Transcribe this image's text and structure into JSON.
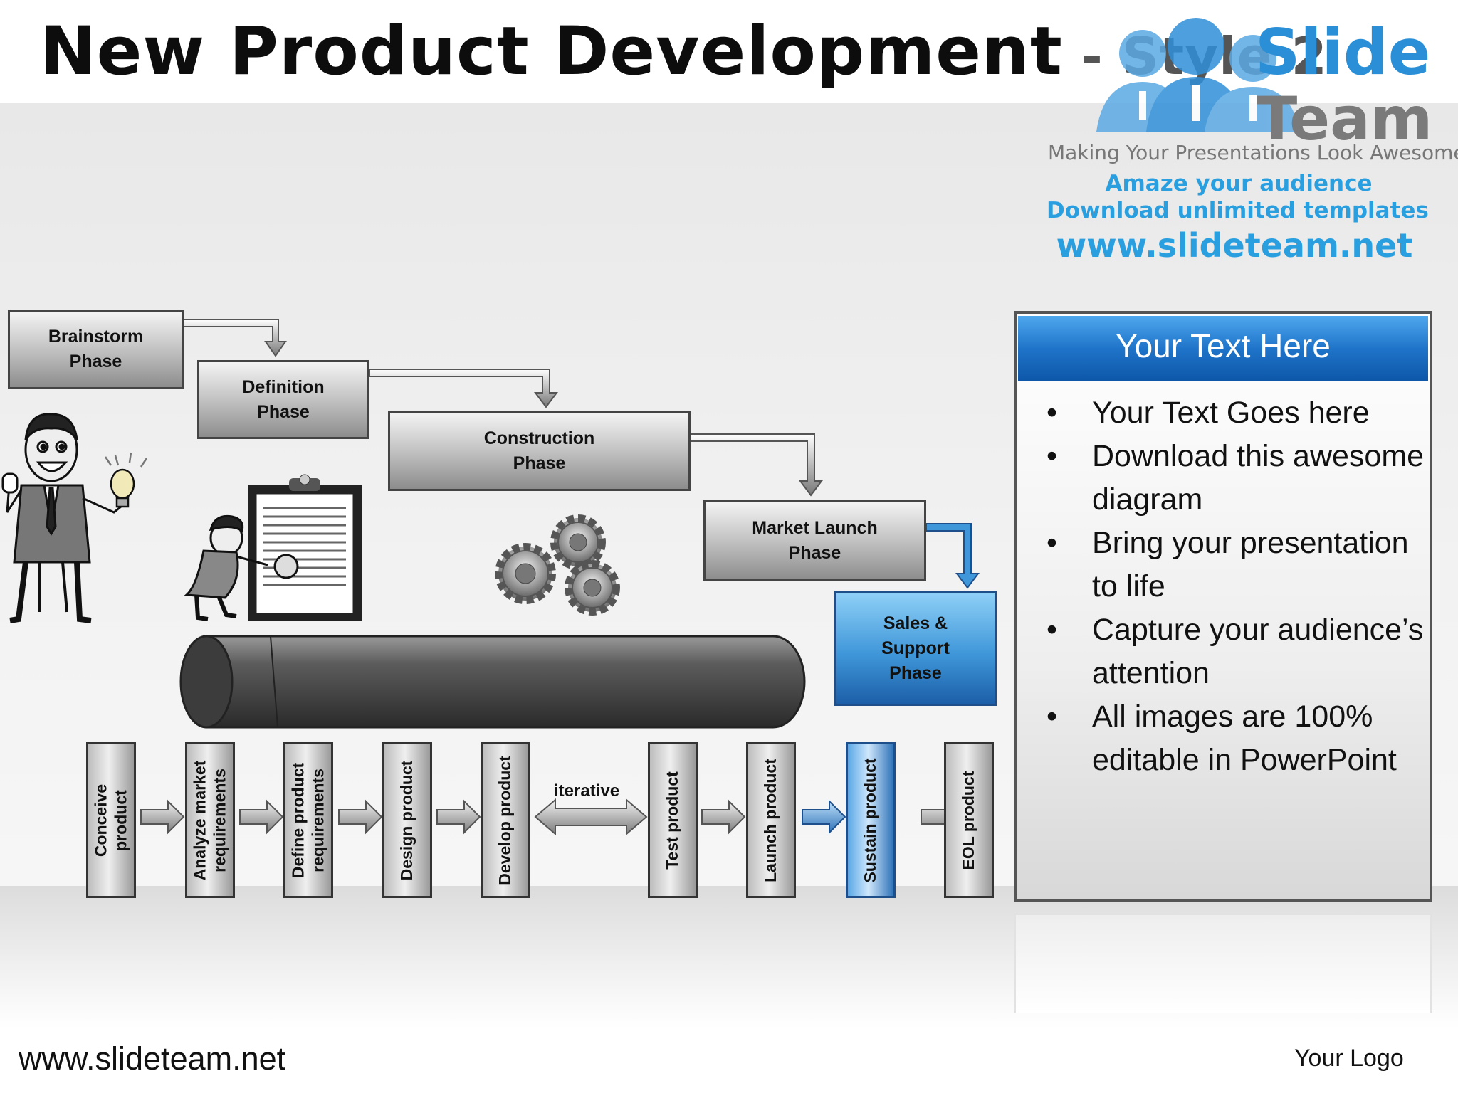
{
  "title": {
    "main": "New Product Development",
    "subtitle": " - Style 2"
  },
  "logo": {
    "word1": "Slide",
    "word2": "Team",
    "tagline": "Making Your Presentations Look Awesome",
    "amaze": "Amaze your audience",
    "download": "Download unlimited templates",
    "url": "www.slideteam.net"
  },
  "phases": [
    {
      "label": "Brainstorm\nPhase",
      "color": "gray"
    },
    {
      "label": "Definition\nPhase",
      "color": "gray"
    },
    {
      "label": "Construction\nPhase",
      "color": "gray"
    },
    {
      "label": "Market Launch\nPhase",
      "color": "gray"
    },
    {
      "label": "Sales &\nSupport\nPhase",
      "color": "blue"
    }
  ],
  "process_steps": [
    {
      "label": "Conceive\nproduct",
      "highlight": false
    },
    {
      "label": "Analyze market\nrequirements",
      "highlight": false
    },
    {
      "label": "Define product\nrequirements",
      "highlight": false
    },
    {
      "label": "Design product",
      "highlight": false
    },
    {
      "label": "Develop product",
      "highlight": false
    },
    {
      "label": "Test product",
      "highlight": false
    },
    {
      "label": "Launch product",
      "highlight": false
    },
    {
      "label": "Sustain product",
      "highlight": true
    },
    {
      "label": "EOL product",
      "highlight": false
    }
  ],
  "iterative_label": "iterative",
  "panel": {
    "title": "Your Text Here",
    "bullets": [
      "Your Text Goes here",
      "Download this awesome diagram",
      "Bring your presentation to life",
      "Capture your audience’s attention",
      "All images are 100% editable in PowerPoint"
    ]
  },
  "footer": {
    "url": "www.slideteam.net",
    "logo": "Your Logo"
  },
  "colors": {
    "accent_blue": "#1f74c9",
    "gray_dark": "#444444"
  }
}
